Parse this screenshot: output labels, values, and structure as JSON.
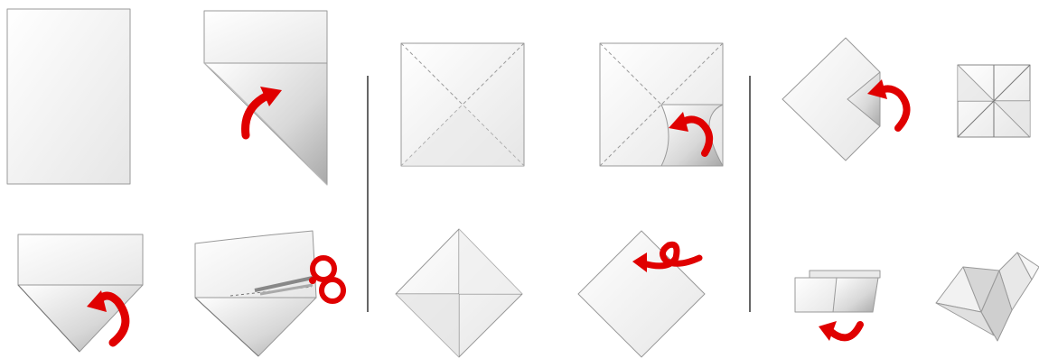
{
  "diagram": {
    "sections": [
      {
        "steps": [
          {
            "state": "rectangular sheet",
            "arrow": false
          },
          {
            "state": "top corner folded down diagonally",
            "arrow": true
          },
          {
            "state": "triangle folded below strip",
            "arrow": true
          },
          {
            "state": "cut off extra strip",
            "tool": "scissors-icon",
            "arrow": false
          }
        ]
      },
      {
        "steps": [
          {
            "state": "square with diagonal creases",
            "arrow": false
          },
          {
            "state": "corner fold to center",
            "arrow": true
          },
          {
            "state": "all corners folded to center",
            "arrow": false
          },
          {
            "state": "flip over",
            "arrow": true
          }
        ]
      },
      {
        "steps": [
          {
            "state": "fold corners to center again",
            "arrow": true
          },
          {
            "state": "folded square with creases",
            "arrow": false
          },
          {
            "state": "fold in half",
            "arrow": true
          },
          {
            "state": "finished fortune teller",
            "arrow": false
          }
        ]
      }
    ],
    "colors": {
      "paper": "#f7f7f7",
      "paper_shade": "#d9d9d9",
      "outline": "#888888",
      "arrow": "#e00000",
      "divider": "#333333"
    }
  }
}
